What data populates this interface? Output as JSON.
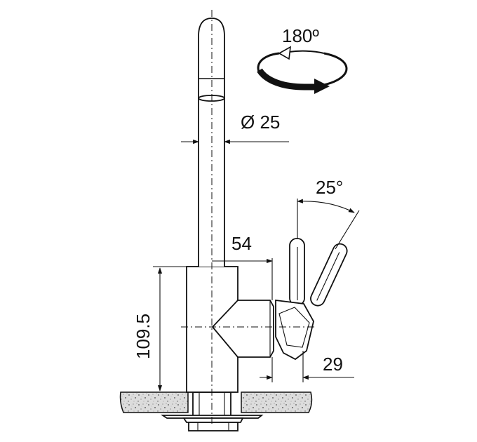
{
  "rotation_label": "180º",
  "dimensions": {
    "diameter": "Ø 25",
    "lever_angle": "25°",
    "spout_offset": "54",
    "height": "109.5",
    "lever_offset": "29"
  },
  "colors": {
    "stroke": "#111111",
    "background": "#ffffff",
    "granite_base": "#d9d9d9",
    "granite_speckle": "#555555"
  },
  "icons": {
    "rotation": "rotation-arrow-icon"
  }
}
